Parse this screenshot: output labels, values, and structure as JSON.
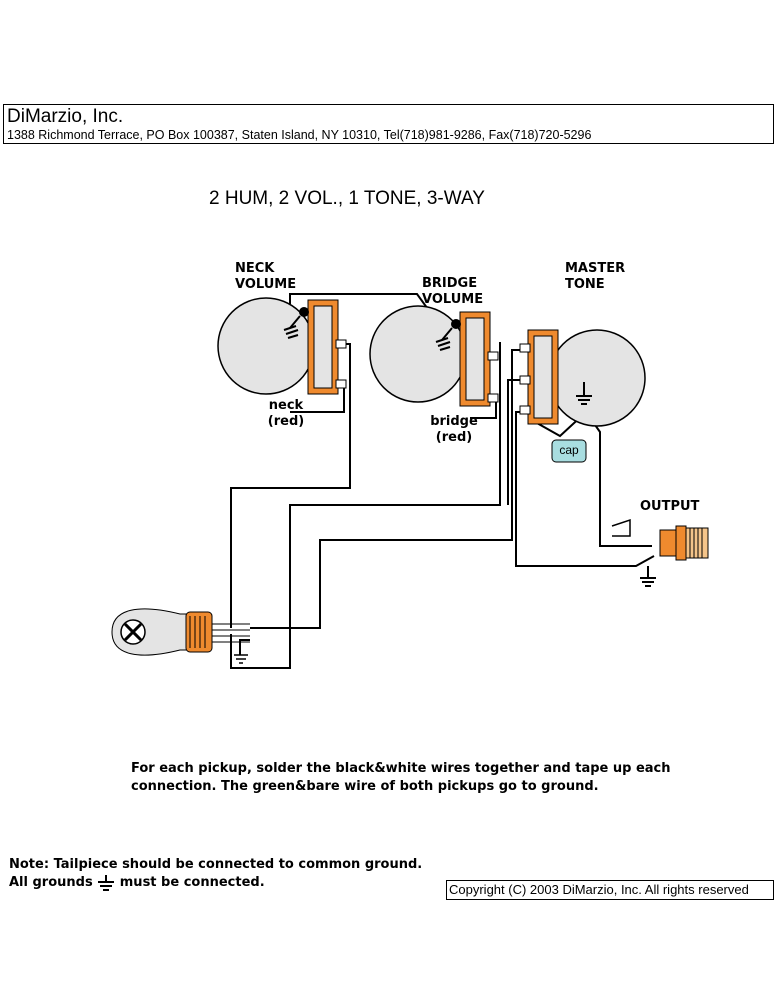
{
  "header": {
    "company": "DiMarzio, Inc.",
    "address": "1388 Richmond Terrace, PO Box 100387, Staten Island, NY 10310, Tel(718)981-9286, Fax(718)720-5296"
  },
  "diagram": {
    "title": "2 HUM, 2 VOL., 1 TONE, 3-WAY",
    "labels": {
      "neck_volume": [
        "NECK",
        "VOLUME"
      ],
      "bridge_volume": [
        "BRIDGE",
        "VOLUME"
      ],
      "master_tone": [
        "MASTER",
        "TONE"
      ],
      "output": "OUTPUT",
      "neck_pickup": [
        "neck",
        "(red)"
      ],
      "bridge_pickup": [
        "bridge",
        "(red)"
      ],
      "cap": "cap"
    },
    "colors": {
      "pot_body": "#e4e4e4",
      "lug_orange": "#ef8a2e",
      "cap_fill": "#a8dde0",
      "wire": "#000000"
    }
  },
  "notes": {
    "pickup_note": [
      "For each pickup, solder the black&white wires together and tape up each",
      "connection. The green&bare wire of both pickups go to ground."
    ],
    "tailpiece_note": "Note: Tailpiece should be connected to common ground.",
    "grounds_prefix": "All grounds",
    "grounds_suffix": "must be connected."
  },
  "copyright": "Copyright (C) 2003 DiMarzio, Inc. All rights reserved"
}
